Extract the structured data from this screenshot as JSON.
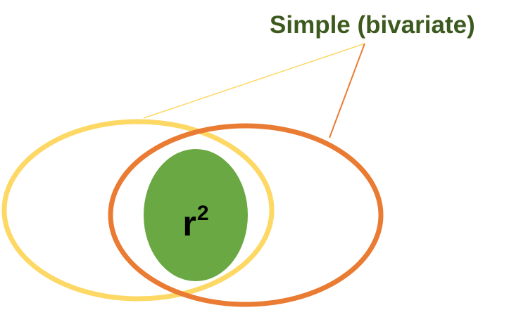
{
  "title": "Simple (bivariate)",
  "stat_label": {
    "base": "r",
    "exponent": "2"
  },
  "colors": {
    "title_text": "#3d5a1e",
    "left_ellipse_stroke": "#fdd865",
    "right_ellipse_stroke": "#ea7b33",
    "center_ellipse_fill": "#6aa843",
    "left_leader_line": "#fdd865",
    "right_leader_line": "#ea7b33",
    "label_text": "#000000"
  }
}
